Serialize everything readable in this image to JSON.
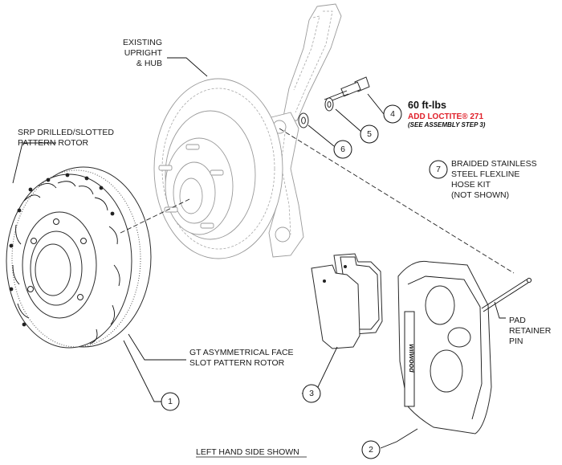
{
  "labels": {
    "upright": [
      "EXISTING",
      "UPRIGHT",
      "& HUB"
    ],
    "rotor_srp": [
      "SRP DRILLED/SLOTTED",
      "PATTERN ROTOR"
    ],
    "rotor_gt": [
      "GT ASYMMETRICAL FACE",
      "SLOT PATTERN ROTOR"
    ],
    "hose": [
      "BRAIDED STAINLESS",
      "STEEL FLEXLINE",
      "HOSE KIT",
      "(NOT SHOWN)"
    ],
    "pad_pin": [
      "PAD",
      "RETAINER",
      "PIN"
    ],
    "footer": "LEFT HAND SIDE SHOWN"
  },
  "torque": {
    "value": "60 ft-lbs",
    "loctite": "ADD LOCTITE® 271",
    "step": "(SEE ASSEMBLY STEP 3)"
  },
  "callouts": {
    "rotor": "1",
    "caliper": "2",
    "pads": "3",
    "bolt": "4",
    "washer": "5",
    "shim": "6",
    "hose_kit": "7"
  },
  "colors": {
    "accent_red": "#e0202a",
    "ink": "#111111",
    "ghost": "#9a9a9a"
  }
}
